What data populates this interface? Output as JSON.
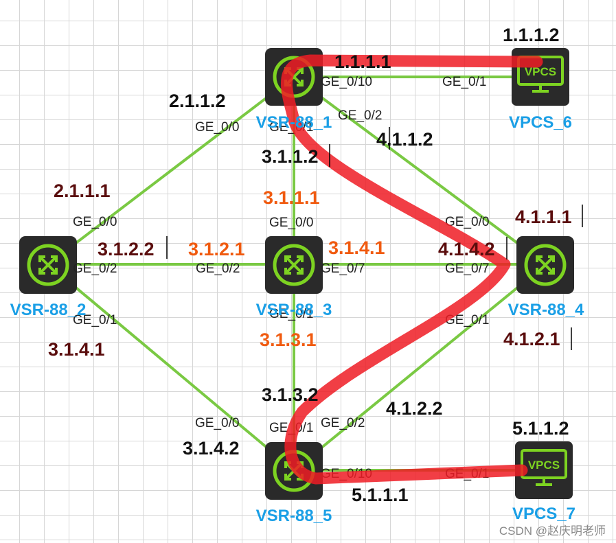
{
  "colors": {
    "link": "#7ac943",
    "node_name": "#1a9fe6",
    "label_dark": "#111111",
    "label_maroon": "#5a0d0d",
    "label_orange": "#f05a0f",
    "path_highlight": "#ee1c25",
    "router_body": "#2a2a2a",
    "icon_green": "#7dd321"
  },
  "nodes": {
    "r1": {
      "name": "VSR-88_1",
      "icon": "router-icon"
    },
    "r2": {
      "name": "VSR-88_2",
      "icon": "router-icon"
    },
    "r3": {
      "name": "VSR-88_3",
      "icon": "router-icon"
    },
    "r4": {
      "name": "VSR-88_4",
      "icon": "router-icon"
    },
    "r5": {
      "name": "VSR-88_5",
      "icon": "router-icon"
    },
    "pc6": {
      "name": "VPCS_6",
      "icon": "vpcs-monitor-icon",
      "badge": "VPCS"
    },
    "pc7": {
      "name": "VPCS_7",
      "icon": "vpcs-monitor-icon",
      "badge": "VPCS"
    }
  },
  "ports": {
    "r1_ge10": "GE_0/10",
    "pc6_ge1": "GE_0/1",
    "r1_ge0": "GE_0/0",
    "r1_ge1": "GE_0/1",
    "r1_ge2": "GE_0/2",
    "r2_ge0": "GE_0/0",
    "r2_ge2": "GE_0/2",
    "r2_ge1": "GE_0/1",
    "r3_ge0": "GE_0/0",
    "r3_ge2": "GE_0/2",
    "r3_ge7": "GE_0/7",
    "r3_ge1": "GE_0/1",
    "r4_ge0": "GE_0/0",
    "r4_ge7": "GE_0/7",
    "r4_ge1": "GE_0/1",
    "r5_ge0": "GE_0/0",
    "r5_ge1": "GE_0/1",
    "r5_ge2": "GE_0/2",
    "r5_ge10": "GE_0/10",
    "pc7_ge1": "GE_0/1"
  },
  "addresses": {
    "pc6": "1.1.1.2",
    "r1_g10": "1.1.1.1",
    "r1_g0": "2.1.1.2",
    "r2_g0": "2.1.1.1",
    "r1_g2": "4.1.1.2",
    "r1_g1": "3.1.1.2",
    "r3_g0": "3.1.1.1",
    "r2_g2": "3.1.2.2",
    "r3_g2": "3.1.2.1",
    "r3_g7": "3.1.4.1",
    "r4_g7": "4.1.4.2",
    "r4_g0": "4.1.1.1",
    "r4_g1": "4.1.2.1",
    "r2_g1": "3.1.4.1",
    "r3_g1": "3.1.3.1",
    "r5_g1": "3.1.3.2",
    "r5_g2": "4.1.2.2",
    "r5_g0": "3.1.4.2",
    "pc7": "5.1.1.2",
    "r5_g10": "5.1.1.1"
  },
  "watermark": "CSDN @赵庆明老师"
}
